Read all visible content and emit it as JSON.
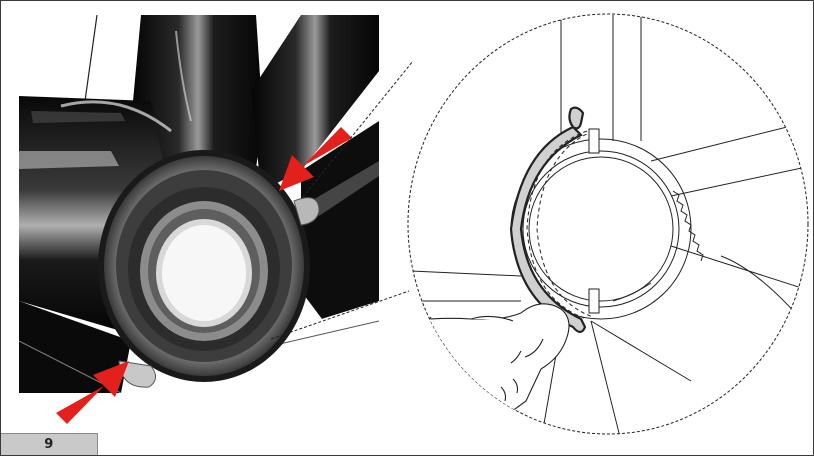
{
  "step": {
    "number": "9"
  },
  "photo": {
    "subject": "bottom-bracket-shell-photo",
    "arrow_color": "#e3201b"
  },
  "detail": {
    "subject": "circlip-installation-line-drawing",
    "callout_style": "dashed"
  }
}
